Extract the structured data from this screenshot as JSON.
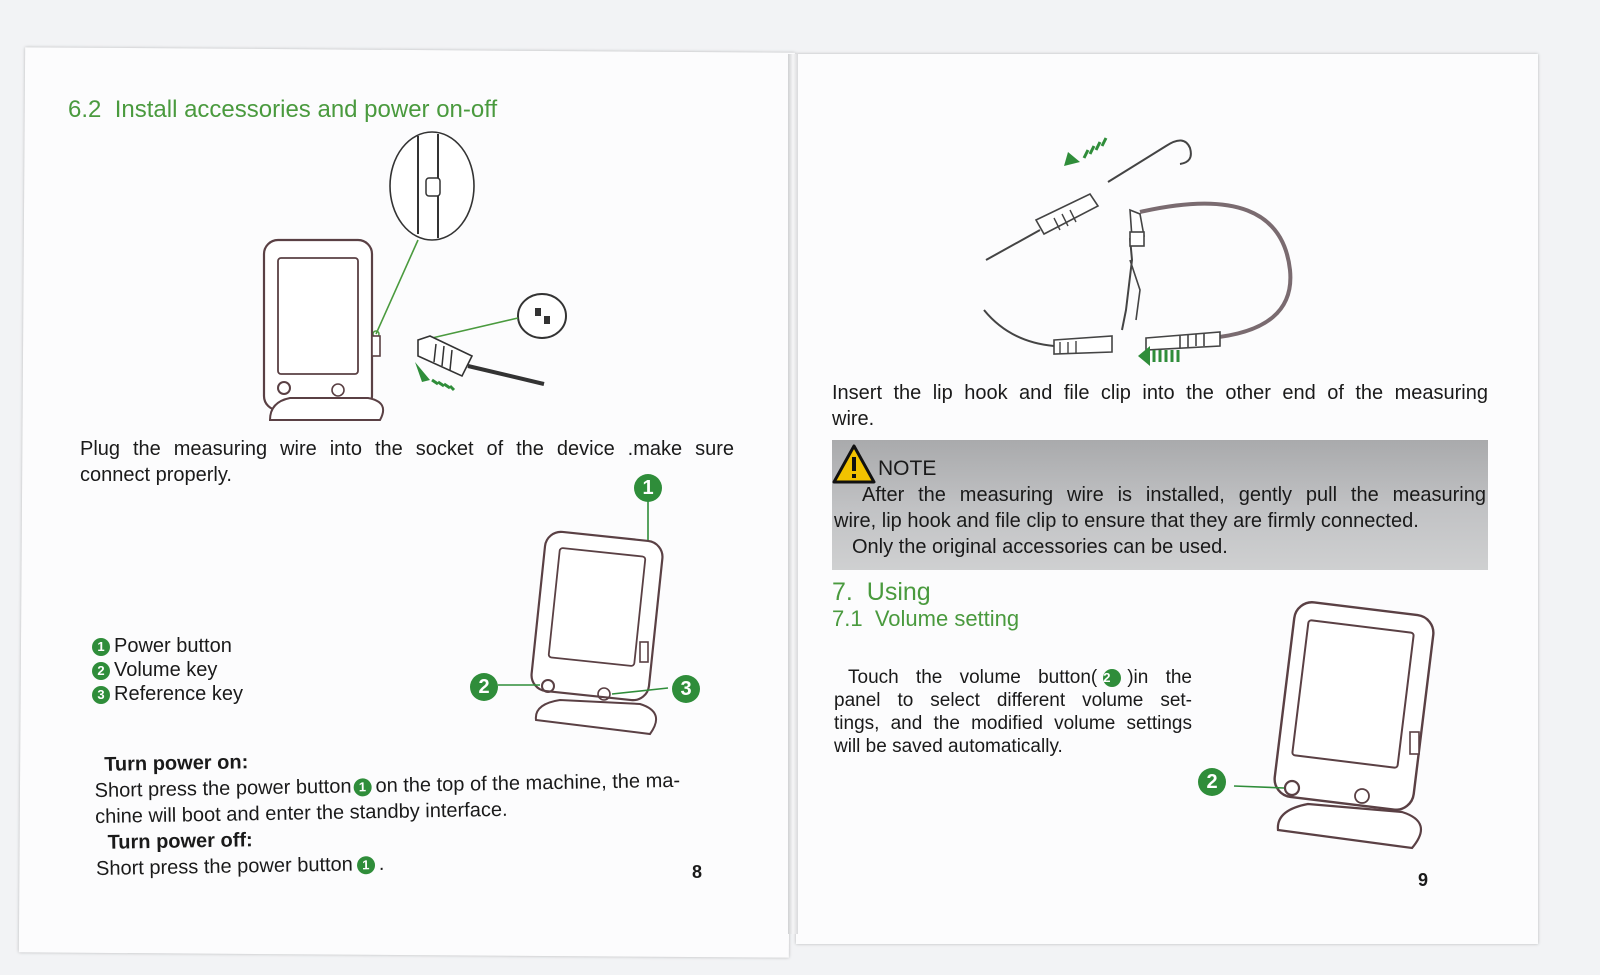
{
  "left_page": {
    "section_number": "6.2",
    "section_title": "Install accessories and power on-off",
    "plug_paragraph_line1": "Plug the measuring wire into the  socket of the device .make sure",
    "plug_paragraph_line2": "connect properly.",
    "legend": [
      {
        "num": "1",
        "label": "Power button"
      },
      {
        "num": "2",
        "label": "Volume key"
      },
      {
        "num": "3",
        "label": "Reference key"
      }
    ],
    "callouts": [
      "1",
      "2",
      "3"
    ],
    "power_on_heading": "Turn power on:",
    "power_on_line1_a": "Short press the power button",
    "power_on_line1_b": "on the top of the machine, the ma-",
    "power_on_line2": "chine will boot and enter the standby interface.",
    "power_off_heading": "Turn power off:",
    "power_off_line_a": "Short press the power button",
    "power_off_line_b": ".",
    "page_number": "8"
  },
  "right_page": {
    "insert_line1": "Insert the lip hook and file clip into the other end of the measuring",
    "insert_line2": "wire.",
    "note": {
      "title": "NOTE",
      "line1": "After the measuring wire is installed, gently pull the measuring",
      "line2": "wire, lip hook and file clip to ensure that they are firmly connected.",
      "line3": "Only the original accessories can be used."
    },
    "section7_number": "7.",
    "section7_title": "Using",
    "section71_number": "7.1",
    "section71_title": "Volume setting",
    "volume_line1_a": "Touch the volume button(",
    "volume_badge": "2",
    "volume_line1_b": ")in the",
    "volume_line2": "panel to select different volume set-",
    "volume_line3": "tings, and the modified volume settings",
    "volume_line4": "will be saved automatically.",
    "callout": "2",
    "page_number": "9"
  },
  "colors": {
    "accent_green": "#4a9a3e",
    "badge_green": "#2f8d3a",
    "note_gray": "#b8b9bb"
  },
  "icons": [
    "warning-triangle-icon",
    "device-illustration",
    "green-arrow-icon"
  ]
}
